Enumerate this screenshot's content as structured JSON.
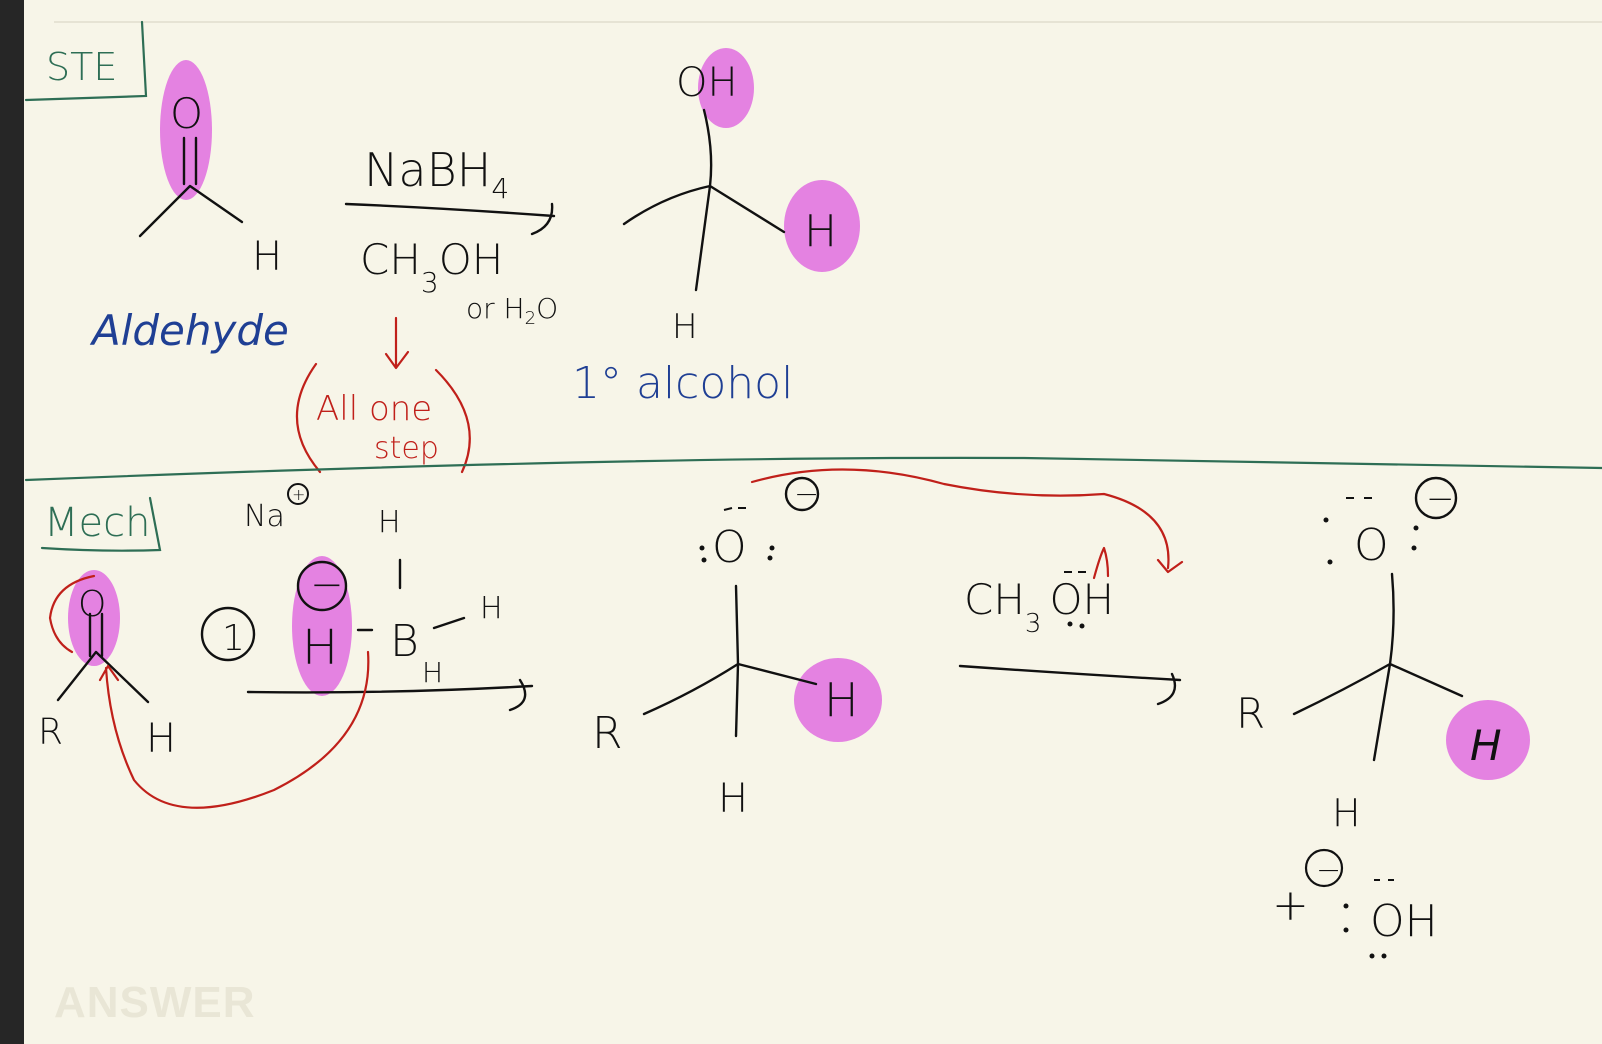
{
  "colors": {
    "paper": "#f7f5e8",
    "sidebar": "#262626",
    "ink_black": "#111111",
    "ink_blue": "#1f3f94",
    "ink_green": "#2e6e55",
    "ink_red": "#c0201a",
    "highlight": "#e37be0"
  },
  "section_ste": {
    "label": "STE",
    "aldehyde": {
      "o": "O",
      "h": "H",
      "name": "Aldehyde"
    },
    "reagent_top": "NaBH",
    "reagent_top_sub": "4",
    "reagent_bottom": "CH",
    "reagent_bottom_sub": "3",
    "reagent_bottom_tail": "OH",
    "reagent_alt": "or H",
    "reagent_alt_sub": "2",
    "reagent_alt_tail": "O",
    "note_line1": "All one",
    "note_line2": "step",
    "product": {
      "oh": "OH",
      "h_right": "H",
      "h_bottom": "H",
      "name": "1° alcohol"
    }
  },
  "section_mech": {
    "label": "Mech",
    "carbonyl": {
      "o": "O",
      "r": "R",
      "h": "H"
    },
    "step_number": "1",
    "na_plus": "Na",
    "charge_plus": "+",
    "charge_minus": "−",
    "borohydride": {
      "h_hydride": "H",
      "b": "B",
      "h_top": "H",
      "h_right": "H",
      "h_bottom": "H"
    },
    "intermediate": {
      "o": "O",
      "r": "R",
      "h_right": "H",
      "h_bottom": "H"
    },
    "protonation_reagent": "CH",
    "protonation_sub": "3",
    "protonation_oh": "OH",
    "product": {
      "o": "O",
      "r": "R",
      "h_right": "H",
      "h_bottom": "H"
    },
    "byproduct": {
      "plus": "+",
      "oh": "OH"
    }
  },
  "watermark": "ANSWER"
}
